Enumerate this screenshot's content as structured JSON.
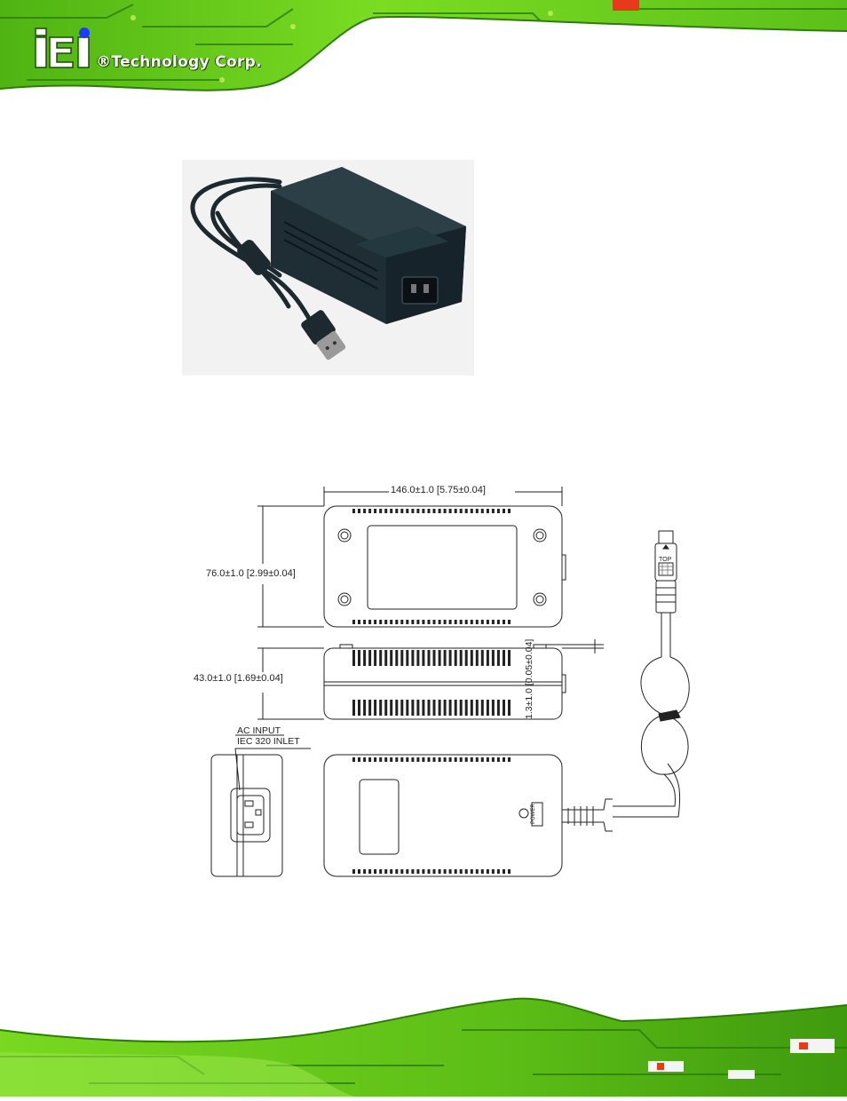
{
  "header": {
    "logo_mark": "iEi",
    "company": "®Technology Corp."
  },
  "drawing": {
    "width_dim": "146.0±1.0  [5.75±0.04]",
    "top_height_dim": "76.0±1.0  [2.99±0.04]",
    "side_height_dim": "43.0±1.0  [1.69±0.04]",
    "foot_dim": "1.3±1.0  [0.05±0.04]",
    "ac_input_line1": "AC  INPUT",
    "ac_input_line2": "IEC  320  INLET",
    "power_label": "POWER",
    "connector_label": "TOP"
  },
  "colors": {
    "pcb_green": "#6fd21a",
    "pcb_dark": "#1f5a06",
    "logo_blue": "#1a3cff"
  }
}
